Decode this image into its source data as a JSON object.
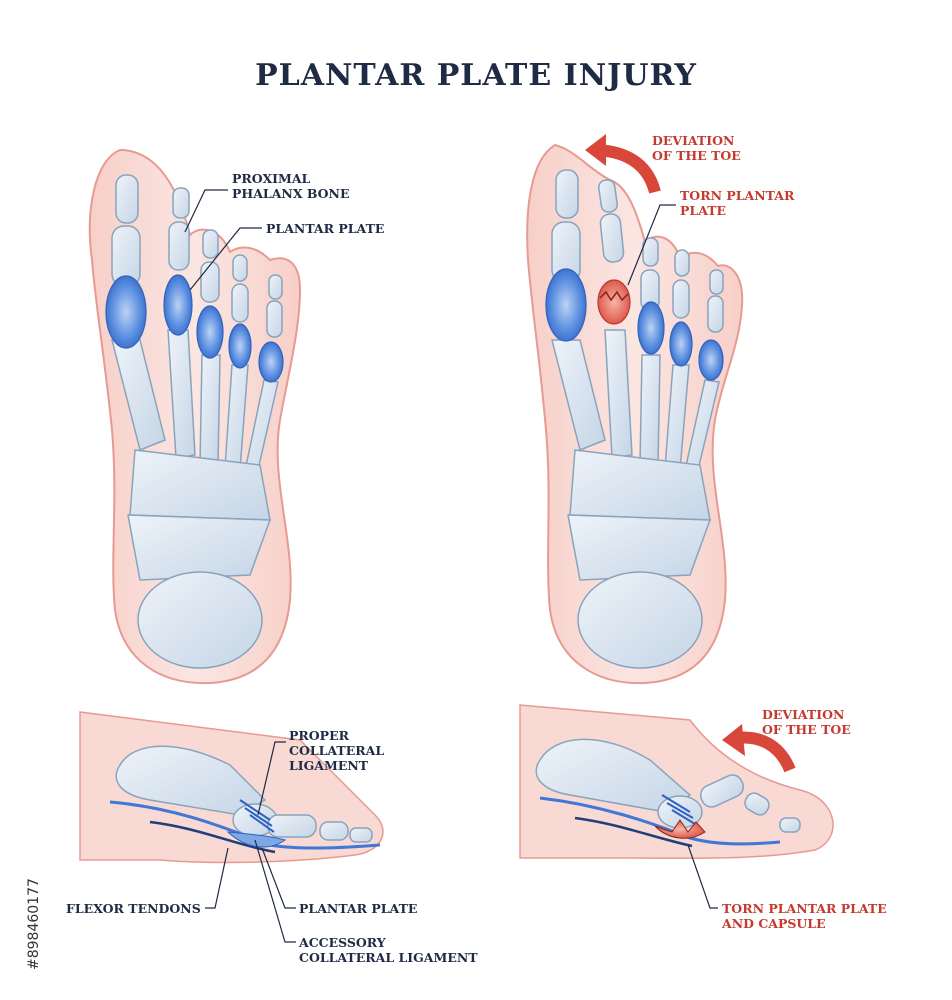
{
  "title": "PLANTAR PLATE INJURY",
  "labels": {
    "proximal_phalanx": "PROXIMAL\nPHALANX BONE",
    "plantar_plate_top": "PLANTAR PLATE",
    "deviation_top": "DEVIATION\nOF THE TOE",
    "torn_plantar_plate": "TORN PLANTAR\nPLATE",
    "proper_collateral": "PROPER\nCOLLATERAL\nLIGAMENT",
    "flexor_tendons": "FLEXOR TENDONS",
    "plantar_plate_side": "PLANTAR PLATE",
    "accessory_collateral": "ACCESSORY\nCOLLATERAL LIGAMENT",
    "deviation_side": "DEVIATION\nOF THE TOE",
    "torn_plate_capsule": "TORN PLANTAR PLATE\nAND CAPSULE"
  },
  "stock_id": "#898460177",
  "colors": {
    "title": "#1f2a44",
    "red_label": "#c53a2e",
    "skin_fill": "#f8d9d3",
    "skin_outline": "#e79a92",
    "bone_fill": "#dbe6f1",
    "bone_outline": "#8aa3bd",
    "plate_blue": "#3f78d6",
    "injury_red": "#d9473b"
  }
}
